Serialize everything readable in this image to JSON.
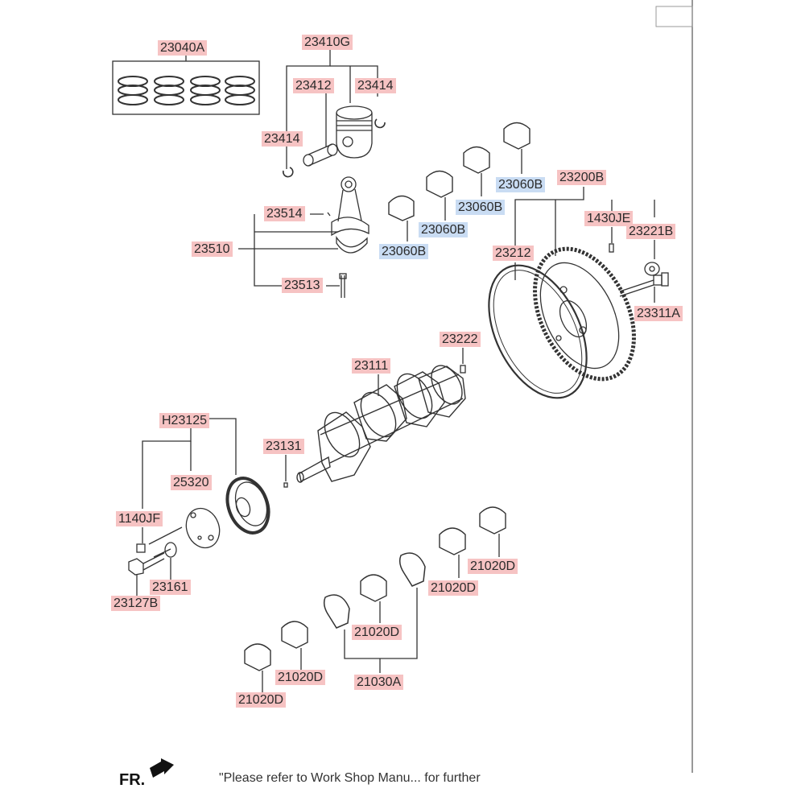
{
  "colors": {
    "highlight_red": "#f6c3c3",
    "highlight_blue": "#c9dcf3",
    "line": "#333333"
  },
  "labels": {
    "piston_ring_set": "23040A",
    "piston_pin_assy": "23410G",
    "piston_pin": "23412",
    "snap_ring_right": "23414",
    "snap_ring_left": "23414",
    "conrod_nut": "23514",
    "conrod_assy": "23510",
    "conrod_bolt": "23513",
    "bearing_1": "23060B",
    "bearing_2": "23060B",
    "bearing_3": "23060B",
    "bearing_4": "23060B",
    "flywheel_assy": "23200B",
    "ring_gear": "23212",
    "pin_1430": "1430JE",
    "reinforcement_plate": "23221B",
    "flywheel_bolt": "23311A",
    "dowel_pin": "23222",
    "crankshaft": "23111",
    "crank_key": "23131",
    "damper_pulley_assy": "H23125",
    "pulley_hub": "25320",
    "bolt_1140": "1140JF",
    "washer": "23161",
    "pulley_bolt": "23127B",
    "main_bearing_1": "21020D",
    "main_bearing_2": "21020D",
    "main_bearing_3": "21020D",
    "main_bearing_4": "21020D",
    "main_bearing_5": "21020D",
    "thrust_bearing": "21030A"
  },
  "front_indicator": "FR.",
  "footer_note": "\"Please refer to Work Shop Manu... for further"
}
